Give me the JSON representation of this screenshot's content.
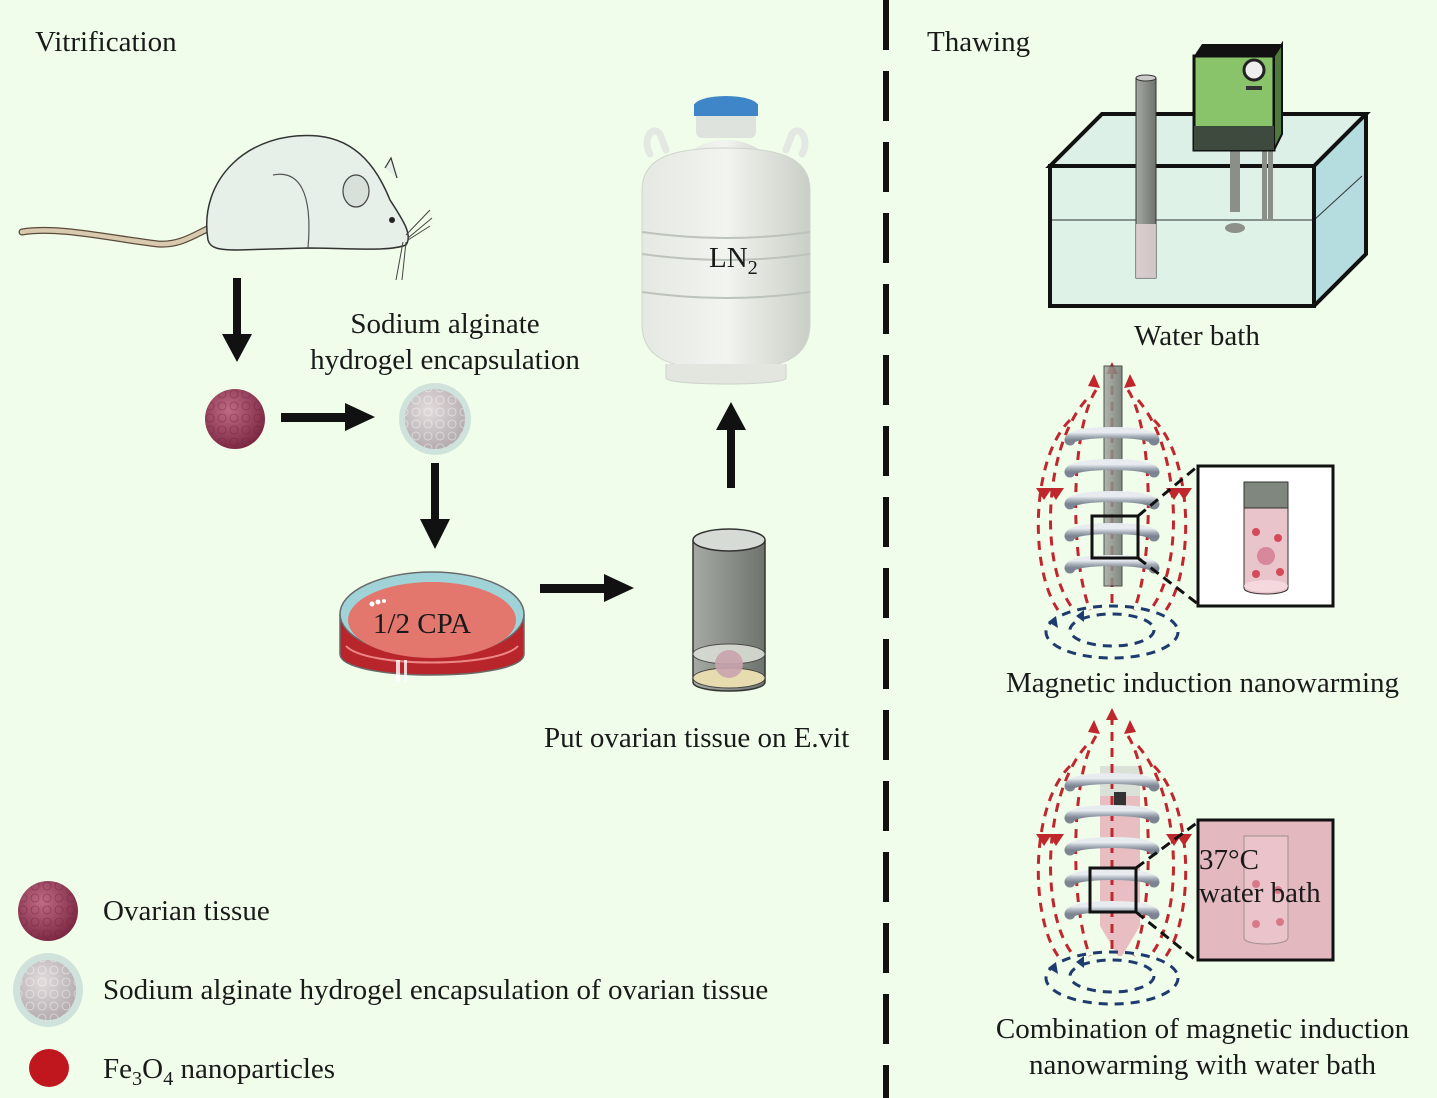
{
  "vitrification": {
    "title": "Vitrification",
    "steps": {
      "alginate_label_line1": "Sodium alginate",
      "alginate_label_line2": "hydrogel encapsulation",
      "dish_label": "1/2 CPA",
      "evit_label": "Put ovarian tissue on E.vit",
      "ln2_label_main": "LN",
      "ln2_label_sub": "2"
    }
  },
  "thawing": {
    "title": "Thawing",
    "methods": [
      {
        "label": "Water bath"
      },
      {
        "label": "Magnetic induction nanowarming"
      },
      {
        "label_line1": "Combination of magnetic induction",
        "label_line2": "nanowarming with water bath",
        "inset_line1": "37°C",
        "inset_line2": "water bath"
      }
    ]
  },
  "legend": {
    "items": [
      {
        "label": "Ovarian tissue",
        "icon": "ovarian-tissue-icon"
      },
      {
        "label": "Sodium alginate hydrogel encapsulation of ovarian tissue",
        "icon": "encapsulated-tissue-icon"
      },
      {
        "label_main": "Fe",
        "label_sub1": "3",
        "label_mid": "O",
        "label_sub2": "4",
        "label_rest": " nanoparticles",
        "icon": "nanoparticle-icon"
      }
    ]
  },
  "colors": {
    "background": "#f0fdeb",
    "tissue": "#9b3a55",
    "hydrogel": "#c8c2c4",
    "nanoparticle": "#c0161e",
    "field_line_red": "#c0272d",
    "field_line_blue": "#1f3a6e",
    "dish_fill": "#e36a62",
    "heater_green": "#7fbf5a"
  }
}
